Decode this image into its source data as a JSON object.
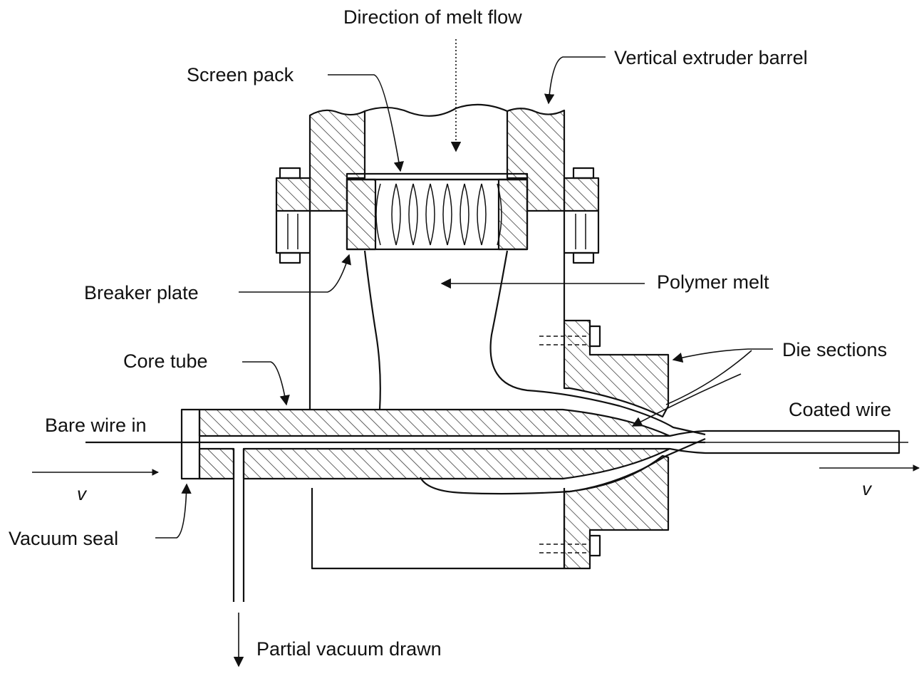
{
  "labels": {
    "direction_of_melt_flow": "Direction of melt flow",
    "vertical_extruder_barrel": "Vertical extruder barrel",
    "screen_pack": "Screen pack",
    "breaker_plate": "Breaker plate",
    "polymer_melt": "Polymer melt",
    "die_sections": "Die sections",
    "core_tube": "Core tube",
    "bare_wire_in": "Bare wire in",
    "coated_wire": "Coated wire",
    "velocity_in": "v",
    "velocity_out": "v",
    "vacuum_seal": "Vacuum seal",
    "partial_vacuum_drawn": "Partial vacuum drawn"
  }
}
